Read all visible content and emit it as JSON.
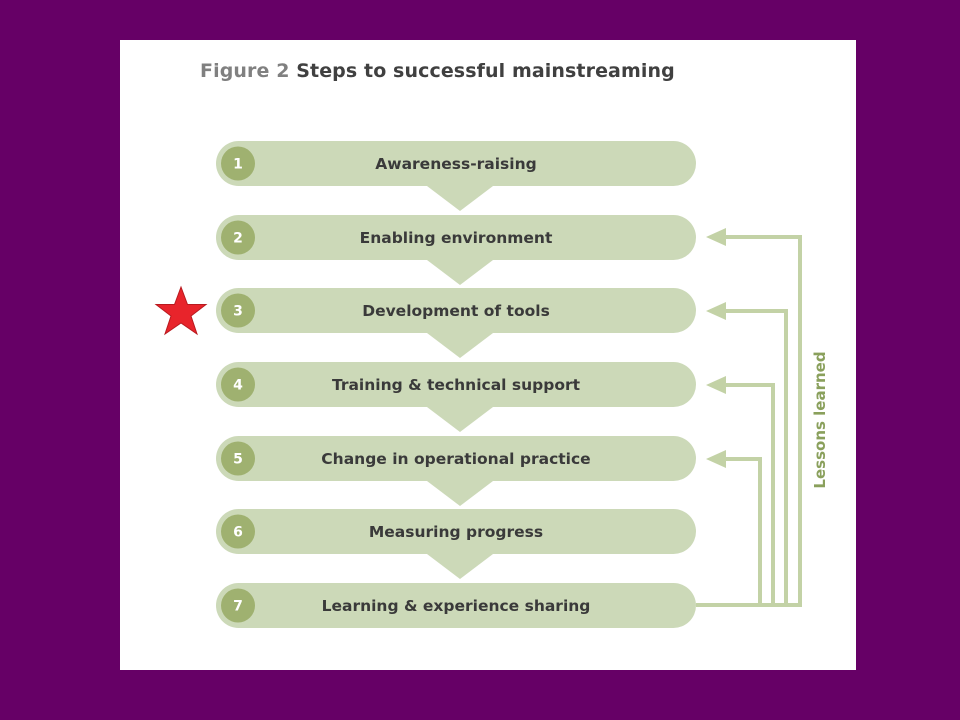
{
  "figure": {
    "prefix": "Figure 2",
    "title": "Steps to successful mainstreaming"
  },
  "steps": [
    {
      "number": "1",
      "label": "Awareness-raising"
    },
    {
      "number": "2",
      "label": "Enabling environment"
    },
    {
      "number": "3",
      "label": "Development of tools"
    },
    {
      "number": "4",
      "label": "Training & technical support"
    },
    {
      "number": "5",
      "label": "Change in operational practice"
    },
    {
      "number": "6",
      "label": "Measuring progress"
    },
    {
      "number": "7",
      "label": "Learning & experience sharing"
    }
  ],
  "feedback_label": "Lessons learned",
  "highlight": {
    "marker": "star-icon",
    "step_index": 3
  },
  "colors": {
    "background": "#660066",
    "panel": "#ffffff",
    "step_fill": "#ccd9b8",
    "number_badge": "#9fb170",
    "arrow_line": "#c3d2a6",
    "side_label": "#8aa05c",
    "star": "#e8242b"
  }
}
